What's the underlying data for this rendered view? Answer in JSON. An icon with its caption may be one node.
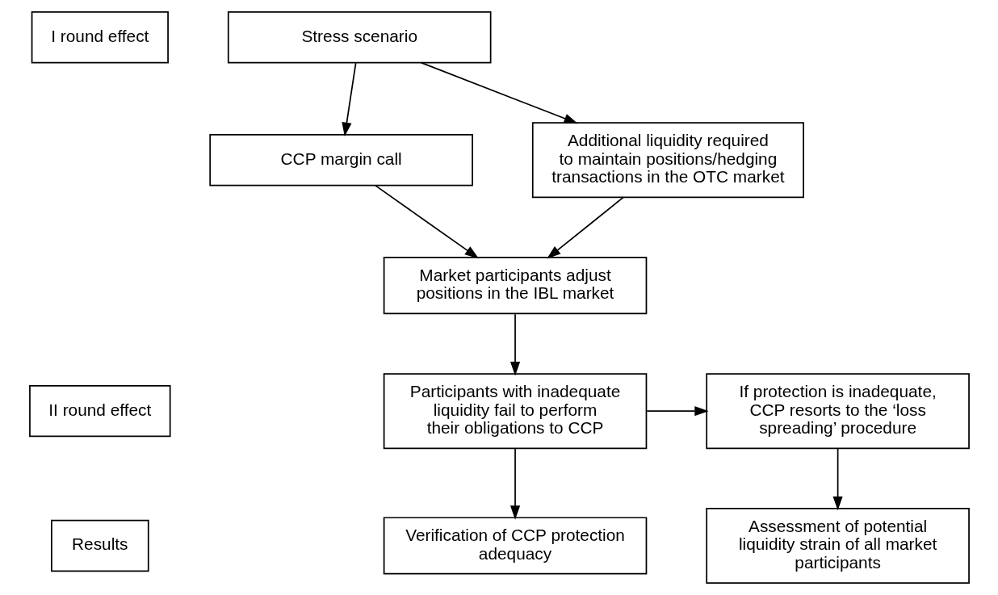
{
  "diagram": {
    "nodes": [
      {
        "text": [
          "I round effect"
        ]
      },
      {
        "text": [
          "Stress scenario"
        ]
      },
      {
        "text": [
          "CCP margin call"
        ]
      },
      {
        "text": [
          "Additional liquidity required to maintain positions/hedging transactions in the OTC market"
        ]
      },
      {
        "text": [
          "Market participants adjust positions in the IBL market"
        ]
      },
      {
        "text": [
          "II round effect"
        ]
      },
      {
        "text": [
          "If protection is inadequate, CCP resorts to the ‘loss spreading’ procedure"
        ]
      },
      {
        "text": [
          "Participants with inadequate liquidity fail to perform their obligations to CCP"
        ]
      },
      {
        "text": [
          "Results"
        ]
      },
      {
        "text": [
          "Assessment of potential liquidity strain of all market participants"
        ]
      },
      {
        "text": [
          "Verification of CCP protection adequacy"
        ]
      }
    ],
    "edges": [
      {
        "from": 1,
        "to": 2,
        "arrow": "to"
      },
      {
        "from": 1,
        "to": 3,
        "arrow": "to"
      },
      {
        "from": 2,
        "to": 4,
        "arrow": "to"
      },
      {
        "from": 3,
        "to": 4,
        "arrow": "to"
      },
      {
        "from": 4,
        "to": 7,
        "arrow": "to"
      },
      {
        "from": 7,
        "to": 6,
        "arrow": "to"
      },
      {
        "from": 7,
        "to": 10,
        "arrow": "to"
      },
      {
        "from": 6,
        "to": 9,
        "arrow": "to"
      }
    ]
  }
}
